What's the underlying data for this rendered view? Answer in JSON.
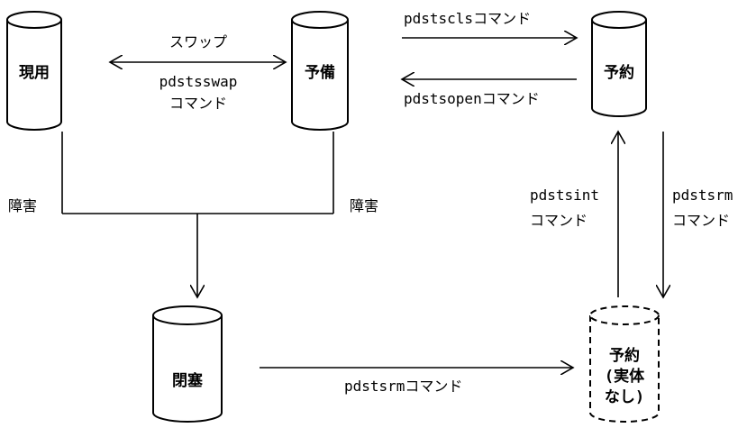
{
  "nodes": {
    "active": "現用",
    "spare": "予備",
    "reserved": "予約",
    "blocked": "閉塞",
    "reserved_no_entity": [
      "予約",
      "(実体",
      "なし)"
    ]
  },
  "edges": {
    "swap": [
      "スワップ",
      "pdstsswap",
      "コマンド"
    ],
    "cls": "pdstsclsコマンド",
    "open": "pdstsopenコマンド",
    "fault_left": "障害",
    "fault_right": "障害",
    "int": [
      "pdstsint",
      "コマンド"
    ],
    "rm_right": [
      "pdstsrm",
      "コマンド"
    ],
    "rm_bottom": "pdstsrmコマンド"
  }
}
